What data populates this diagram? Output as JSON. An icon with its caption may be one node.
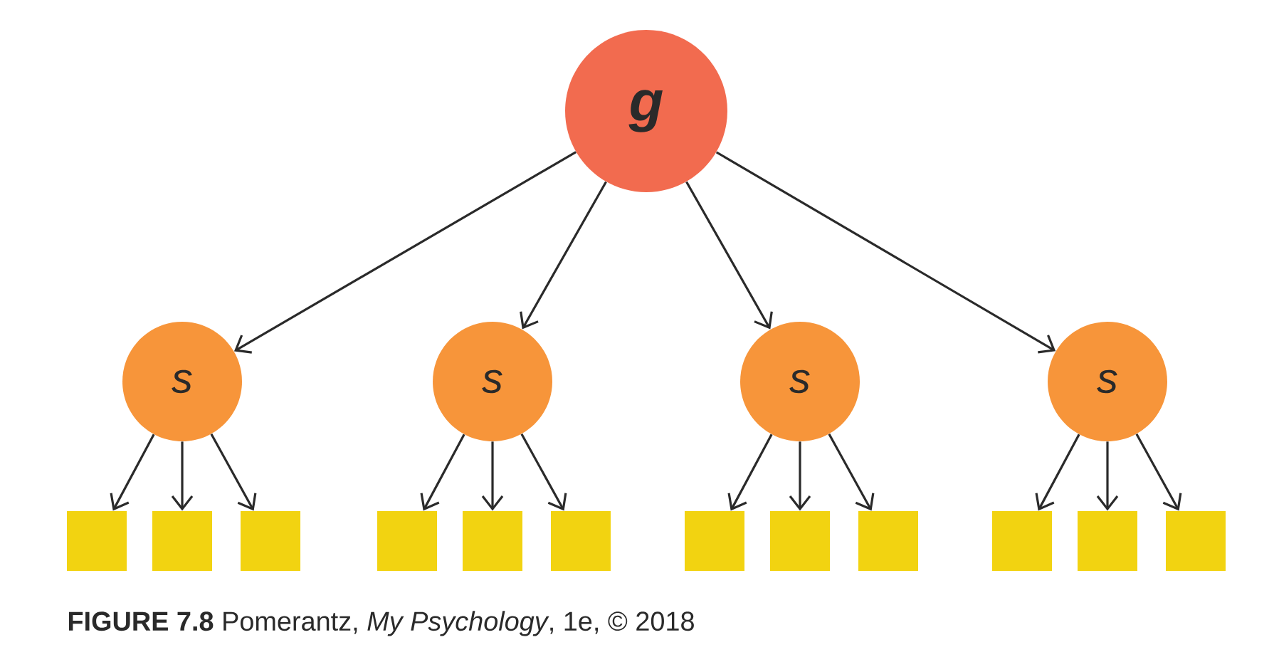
{
  "diagram": {
    "caption": "**FIGURE 7.8** Pomerantz, *My Psychology*, 1e, © 2018",
    "nodes": [
      {
        "text": [
          "g"
        ]
      },
      {
        "text": [
          "s"
        ]
      },
      {
        "text": [
          "s"
        ]
      },
      {
        "text": [
          "s"
        ]
      },
      {
        "text": [
          "s"
        ]
      },
      {
        "text": [],
        "shape": "box"
      },
      {
        "text": [],
        "shape": "box"
      },
      {
        "text": [],
        "shape": "box"
      },
      {
        "text": [],
        "shape": "box"
      },
      {
        "text": [],
        "shape": "box"
      },
      {
        "text": [],
        "shape": "box"
      },
      {
        "text": [],
        "shape": "box"
      },
      {
        "text": [],
        "shape": "box"
      },
      {
        "text": [],
        "shape": "box"
      },
      {
        "text": [],
        "shape": "box"
      },
      {
        "text": [],
        "shape": "box"
      },
      {
        "text": [],
        "shape": "box"
      }
    ],
    "edges": [
      {
        "from": 0,
        "to": 1,
        "arrow": "to"
      },
      {
        "from": 0,
        "to": 2,
        "arrow": "to"
      },
      {
        "from": 0,
        "to": 3,
        "arrow": "to"
      },
      {
        "from": 0,
        "to": 4,
        "arrow": "to"
      },
      {
        "from": 1,
        "to": 5,
        "arrow": "to"
      },
      {
        "from": 1,
        "to": 6,
        "arrow": "to"
      },
      {
        "from": 1,
        "to": 7,
        "arrow": "to"
      },
      {
        "from": 2,
        "to": 8,
        "arrow": "to"
      },
      {
        "from": 2,
        "to": 9,
        "arrow": "to"
      },
      {
        "from": 2,
        "to": 10,
        "arrow": "to"
      },
      {
        "from": 3,
        "to": 11,
        "arrow": "to"
      },
      {
        "from": 3,
        "to": 12,
        "arrow": "to"
      },
      {
        "from": 3,
        "to": 13,
        "arrow": "to"
      },
      {
        "from": 4,
        "to": 14,
        "arrow": "to"
      },
      {
        "from": 4,
        "to": 15,
        "arrow": "to"
      },
      {
        "from": 4,
        "to": 16,
        "arrow": "to"
      }
    ]
  }
}
